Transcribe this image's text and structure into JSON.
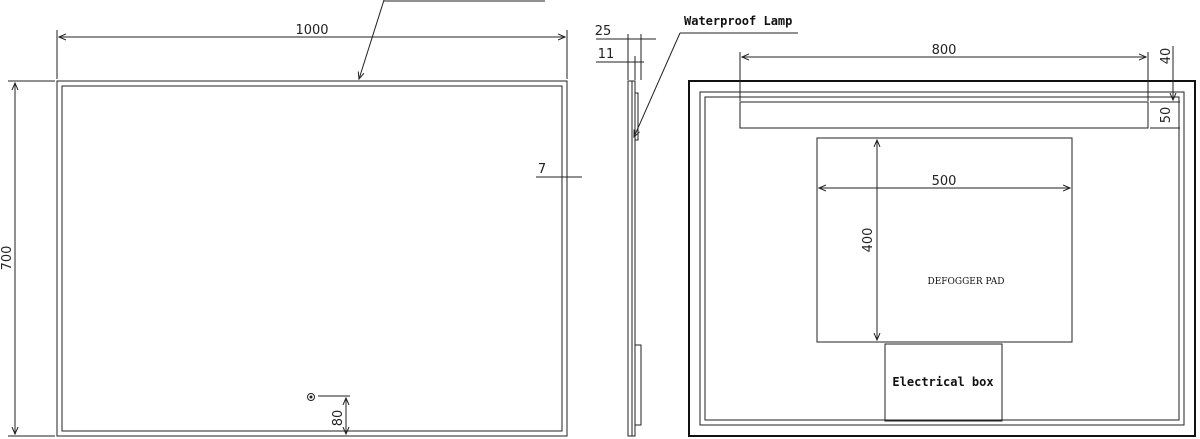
{
  "front": {
    "width": "1000",
    "height": "700",
    "frame": "7",
    "sensor_offset": "80"
  },
  "side": {
    "depth": "25",
    "glass": "11",
    "lamp_label": "Waterproof Lamp"
  },
  "back": {
    "lamp_length": "800",
    "lamp_top": "40",
    "lamp_height": "50",
    "pad_width": "500",
    "pad_height": "400",
    "pad_label": "DEFOGGER PAD",
    "box_label": "Electrical box"
  }
}
